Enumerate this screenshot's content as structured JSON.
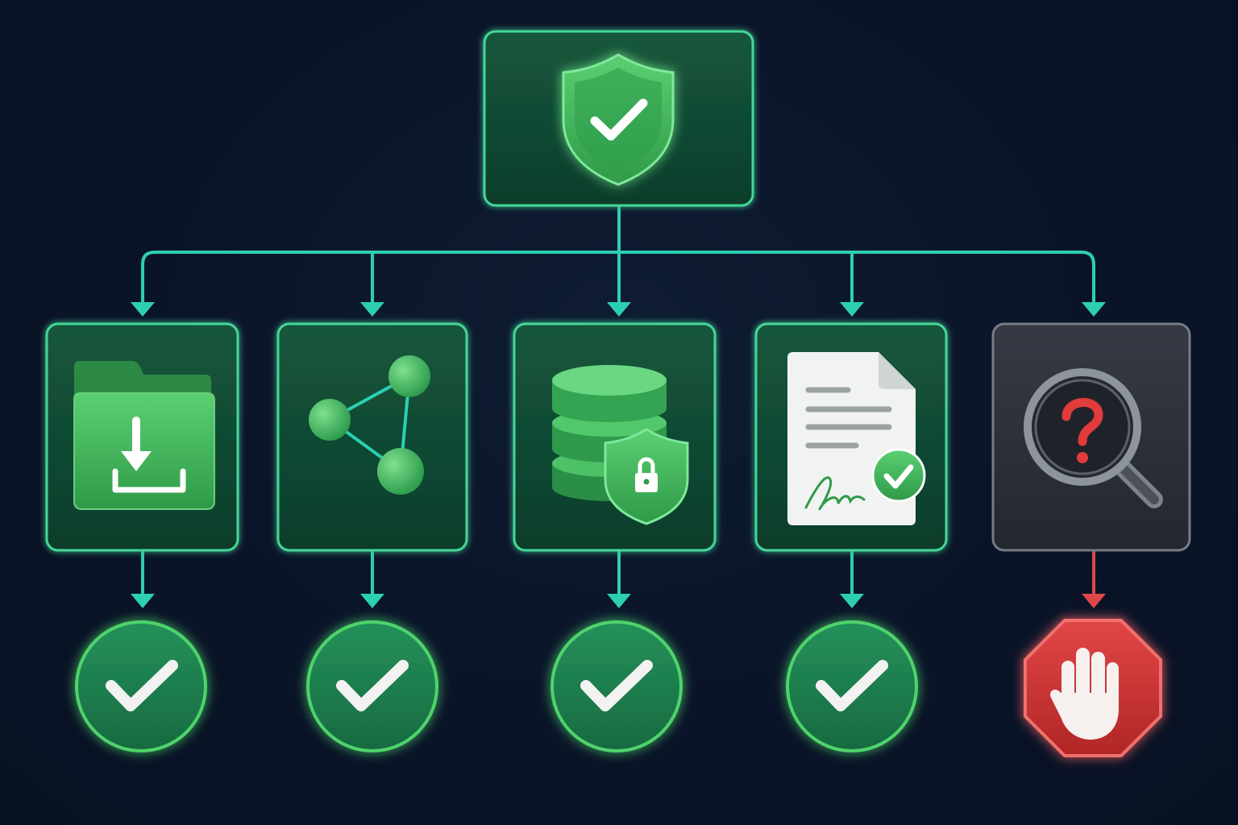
{
  "colors": {
    "background": "#0a1428",
    "connector": "#2ccfb2",
    "blocked_connector": "#e04848",
    "success_green": "#3fbf5a",
    "panel_green": "#0f4a34",
    "panel_border": "#45d69a",
    "neutral_panel": "#2a2f38",
    "stop_red": "#d93a3a"
  },
  "root": {
    "icon": "shield-check-icon"
  },
  "branches": [
    {
      "icon": "folder-download-icon",
      "outcome": "check-circle-icon",
      "status": "allowed"
    },
    {
      "icon": "network-nodes-icon",
      "outcome": "check-circle-icon",
      "status": "allowed"
    },
    {
      "icon": "database-lock-icon",
      "outcome": "check-circle-icon",
      "status": "allowed"
    },
    {
      "icon": "signed-document-icon",
      "outcome": "check-circle-icon",
      "status": "allowed"
    },
    {
      "icon": "magnifier-question-icon",
      "outcome": "stop-hand-icon",
      "status": "blocked"
    }
  ]
}
